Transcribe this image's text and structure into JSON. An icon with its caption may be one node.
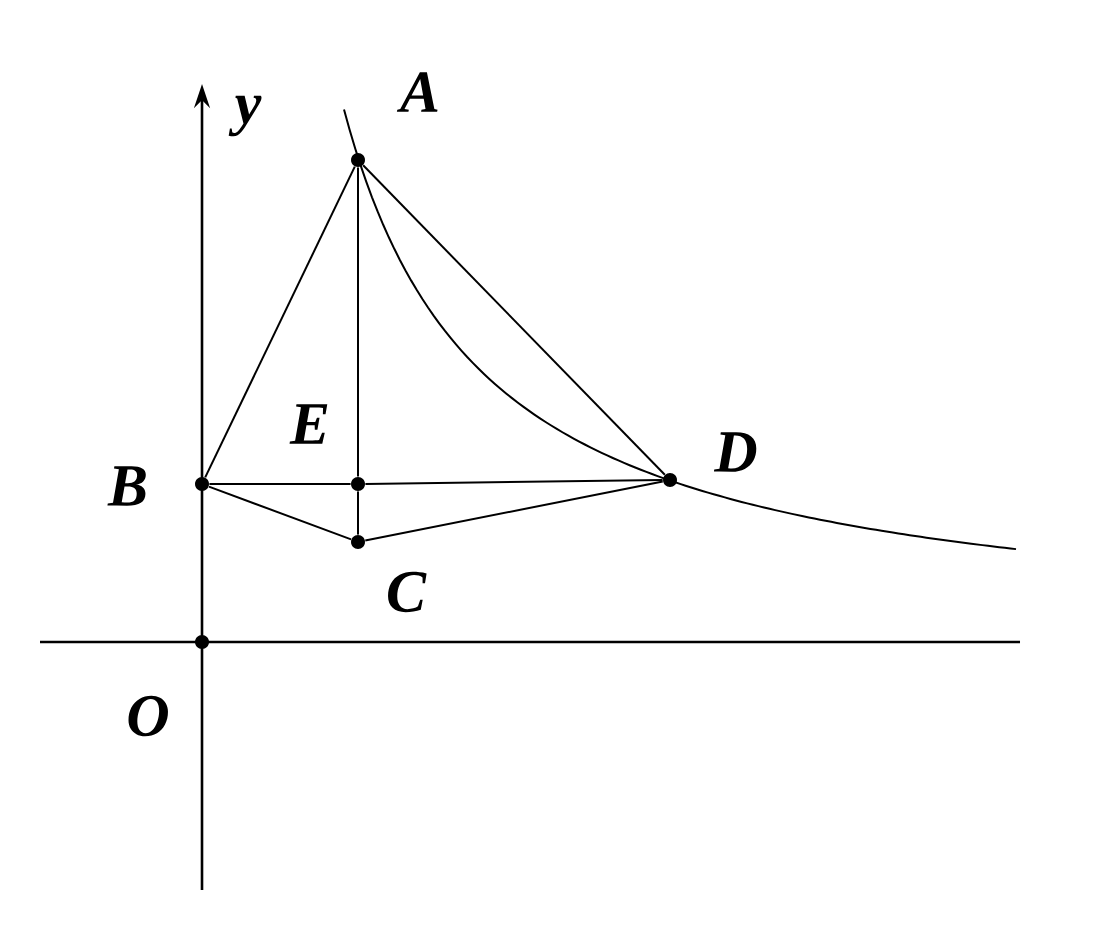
{
  "diagram": {
    "nodes": [
      {
        "text": [
          "A"
        ]
      },
      {
        "text": [
          "B"
        ]
      },
      {
        "text": [
          "C"
        ]
      },
      {
        "text": [
          "D"
        ]
      },
      {
        "text": [
          "E"
        ]
      },
      {
        "text": [
          "O"
        ]
      }
    ],
    "edges": [
      {
        "from": 0,
        "to": 1,
        "arrow": "none"
      },
      {
        "from": 0,
        "to": 4,
        "arrow": "none"
      },
      {
        "from": 4,
        "to": 2,
        "arrow": "none"
      },
      {
        "from": 0,
        "to": 3,
        "arrow": "none"
      },
      {
        "from": 1,
        "to": 4,
        "arrow": "none"
      },
      {
        "from": 4,
        "to": 3,
        "arrow": "none"
      },
      {
        "from": 1,
        "to": 2,
        "arrow": "none"
      },
      {
        "from": 2,
        "to": 3,
        "arrow": "none"
      }
    ],
    "labels": [
      "y"
    ]
  }
}
